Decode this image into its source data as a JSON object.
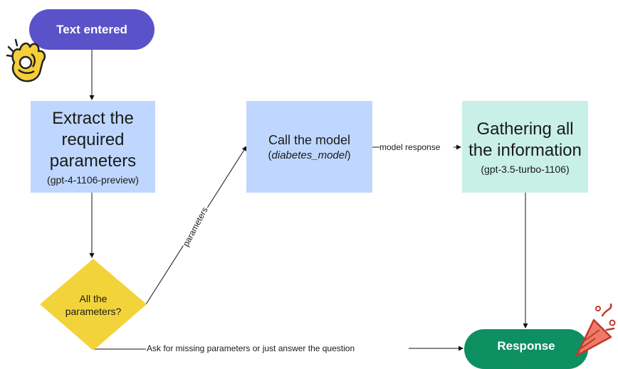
{
  "nodes": {
    "start": {
      "label": "Text entered"
    },
    "extract": {
      "line1": "Extract the",
      "line2": "required",
      "line3": "parameters",
      "model": "(gpt-4-1106-preview)"
    },
    "decision": {
      "line1": "All the",
      "line2": "parameters?"
    },
    "call_model": {
      "line1": "Call the model",
      "model_open": "(",
      "model_name": "diabetes_model",
      "model_close": ")"
    },
    "gather": {
      "line1": "Gathering all",
      "line2": "the information",
      "model": "(gpt-3.5-turbo-1106)"
    },
    "end": {
      "label": "Response"
    }
  },
  "edges": {
    "parameters": "parameters",
    "model_response": "model response",
    "ask_missing": "Ask for missing parameters or just answer the  question"
  },
  "colors": {
    "start": "#5a52c9",
    "process": "#bfd7fe",
    "gather": "#c8f0e6",
    "decision": "#f2d43a",
    "end": "#0e8f62",
    "icon_fill": "#f5cf3a",
    "party_fill": "#f07a6a"
  },
  "icons": {
    "ok_hand": "ok-hand-icon",
    "party": "party-popper-icon"
  }
}
